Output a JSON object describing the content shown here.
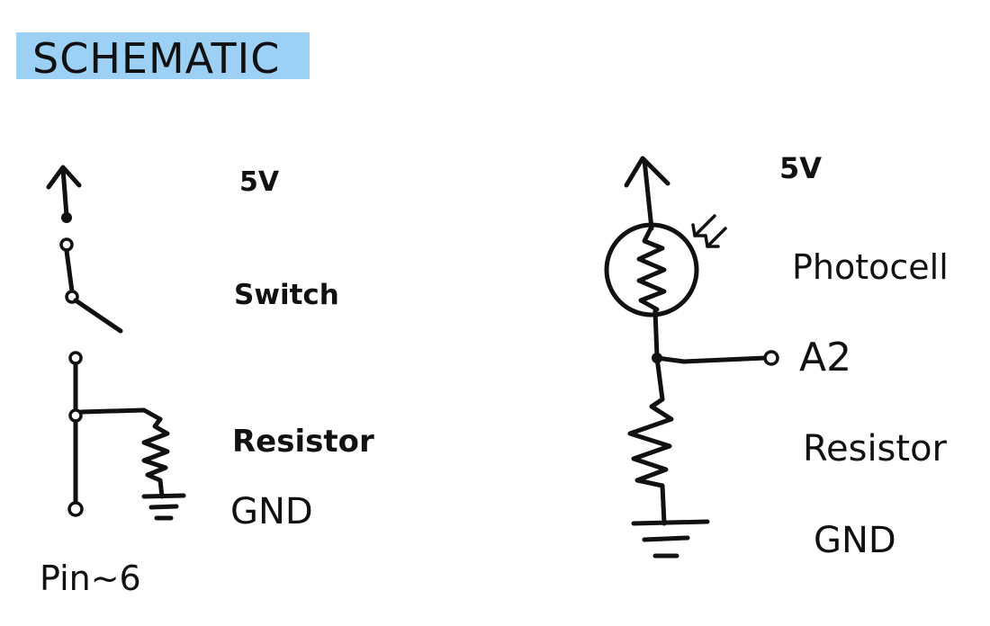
{
  "title": "SCHEMATIC",
  "colors": {
    "ink": "#111111",
    "highlight": "#9dd0f5",
    "background": "#ffffff"
  },
  "left_circuit": {
    "supply_label": "5V",
    "switch_label": "Switch",
    "resistor_label": "Resistor",
    "ground_label": "GND",
    "pin_label": "Pin~6"
  },
  "right_circuit": {
    "supply_label": "5V",
    "photocell_label": "Photocell",
    "analog_pin_label": "A2",
    "resistor_label": "Resistor",
    "ground_label": "GND"
  }
}
